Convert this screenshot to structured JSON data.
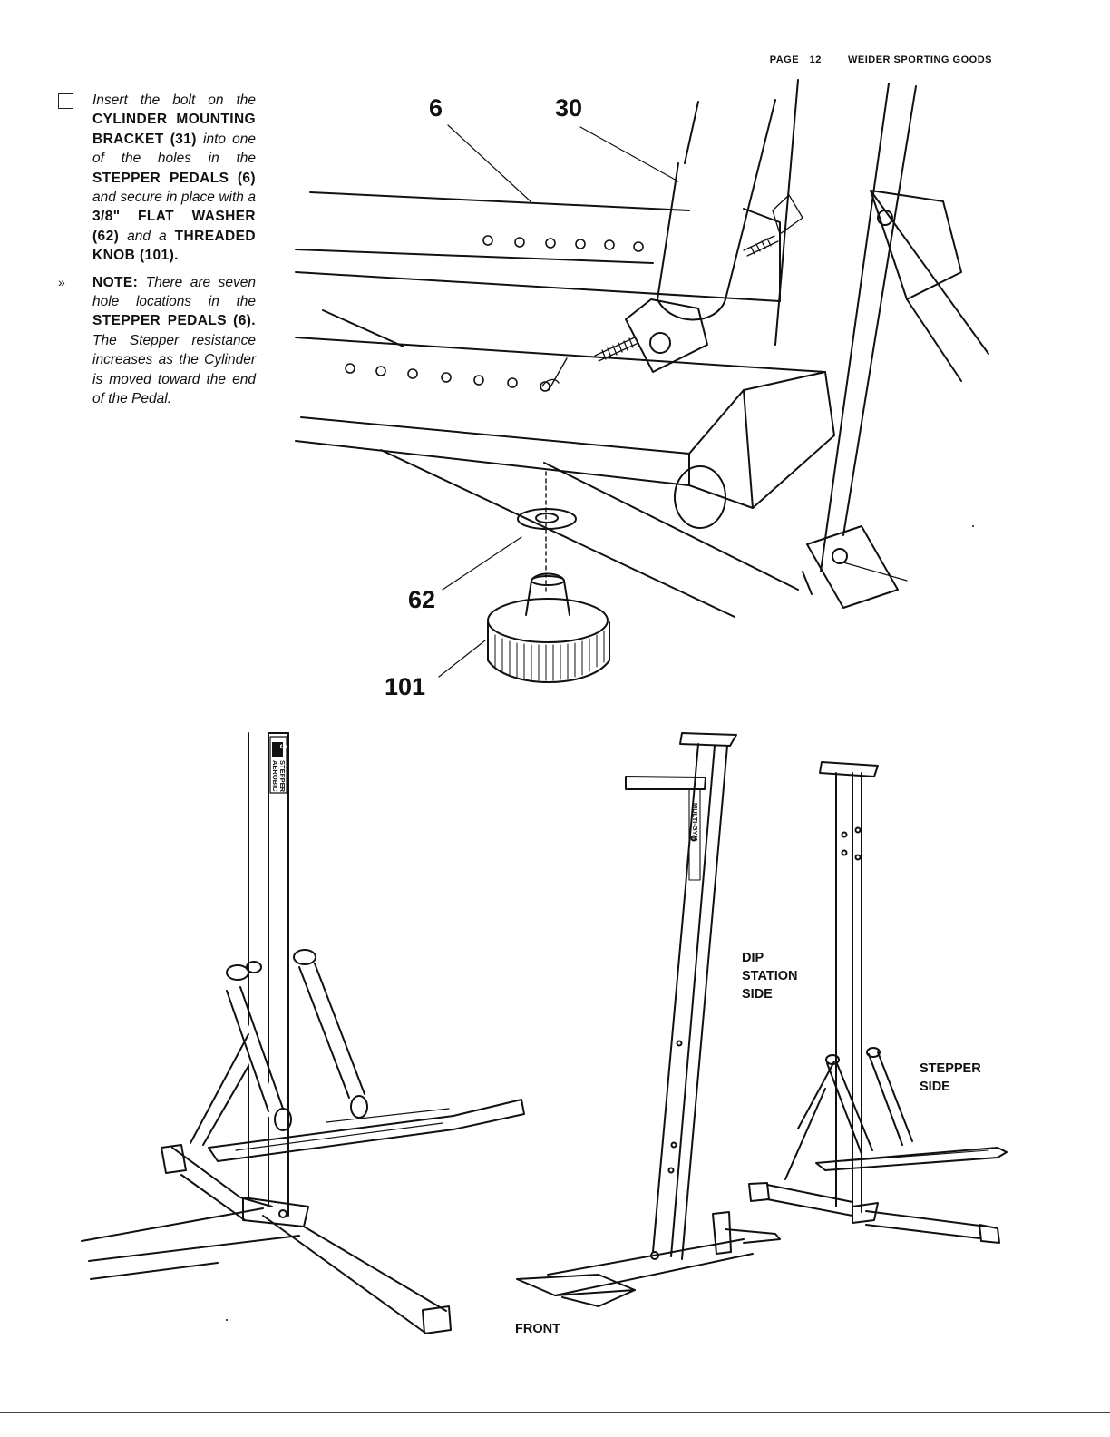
{
  "header": {
    "page_label": "PAGE",
    "page_number": "12",
    "publisher": "WEIDER SPORTING GOODS"
  },
  "instruction": {
    "t1": "Insert the bolt on the",
    "t2": "CYLINDER MOUNTING BRACKET",
    "t3": "(31)",
    "t4": "into one of the holes in the",
    "t5": "STEPPER PEDALS",
    "t6": "(6)",
    "t7": "and secure in place with a",
    "t8": "3/8\" FLAT WASHER",
    "t9": "(62)",
    "t10": "and a",
    "t11": "THREADED KNOB (101)."
  },
  "note": {
    "bullet": "»",
    "label": "NOTE:",
    "t1": "There are seven hole locations in the",
    "t2": "STEPPER PEDALS",
    "t3": "(6).",
    "t4": "The Stepper resistance increases as the Cylinder is moved toward the end of the Pedal."
  },
  "callouts": {
    "c6": "6",
    "c30": "30",
    "c62": "62",
    "c101": "101"
  },
  "labels": {
    "dip_station": [
      "DIP",
      "STATION",
      "SIDE"
    ],
    "stepper_side": [
      "STEPPER",
      "SIDE"
    ],
    "front": "FRONT",
    "decal_left": [
      "3",
      "AEROBIC",
      "STEPPER"
    ],
    "decal_right": "MULTI-GYM"
  }
}
